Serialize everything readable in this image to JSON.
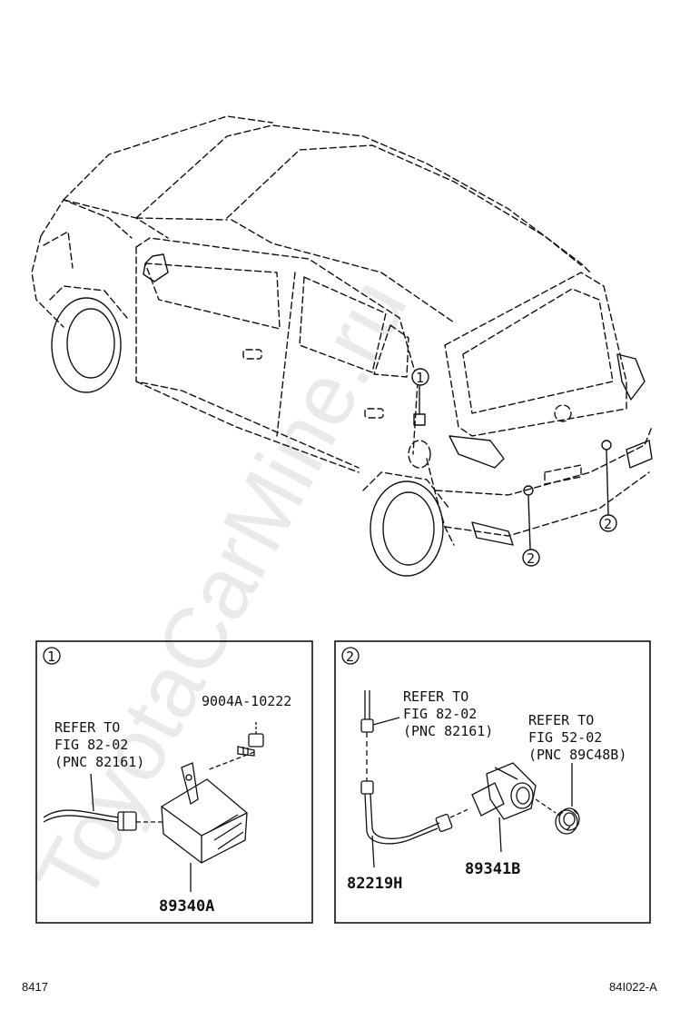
{
  "watermark": "ToyotaCarMine.ru",
  "callouts": [
    "1",
    "2",
    "2"
  ],
  "panel_1": {
    "marker": "1",
    "bolt_part": "9004A-10222",
    "refer_lines": [
      "REFER TO",
      "FIG 82-02",
      "(PNC 82161)"
    ],
    "module_part": "89340A"
  },
  "panel_2": {
    "marker": "2",
    "refer_a_lines": [
      "REFER TO",
      "FIG 82-02",
      "(PNC 82161)"
    ],
    "refer_b_lines": [
      "REFER TO",
      "FIG 52-02",
      "(PNC 89C48B)"
    ],
    "wire_part": "82219H",
    "sensor_part": "89341B"
  },
  "footer": {
    "left": "8417",
    "right": "84I022-A"
  }
}
